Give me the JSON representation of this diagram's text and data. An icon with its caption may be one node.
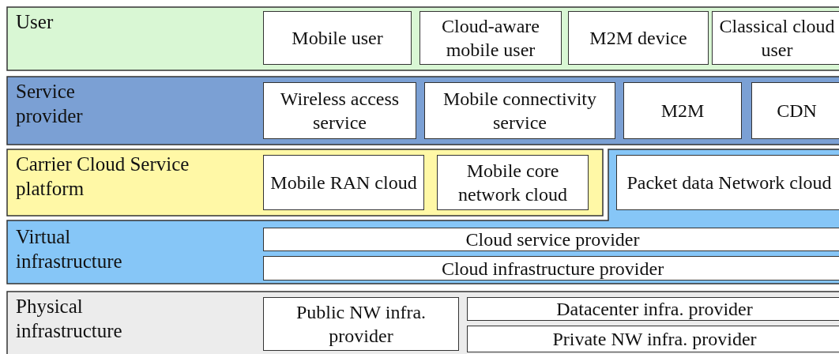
{
  "diagram": {
    "nodes": [
      {
        "text": [
          "User"
        ]
      },
      {
        "text": [
          "Mobile user"
        ],
        "in": 0
      },
      {
        "text": [
          "Cloud-aware mobile user"
        ],
        "in": 0
      },
      {
        "text": [
          "M2M device"
        ],
        "in": 0
      },
      {
        "text": [
          "Classical cloud user"
        ],
        "in": 0
      },
      {
        "text": [
          "Service provider"
        ]
      },
      {
        "text": [
          "Wireless access service"
        ],
        "in": 5
      },
      {
        "text": [
          "Mobile connectivity service"
        ],
        "in": 5
      },
      {
        "text": [
          "M2M"
        ],
        "in": 5
      },
      {
        "text": [
          "CDN"
        ],
        "in": 5
      },
      {
        "text": [
          "Carrier Cloud Service platform"
        ]
      },
      {
        "text": [
          "Mobile RAN cloud"
        ],
        "in": 10
      },
      {
        "text": [
          "Mobile core network cloud"
        ],
        "in": 10
      },
      {
        "text": [
          "Virtual infrastructure"
        ]
      },
      {
        "text": [
          "Packet data Network cloud"
        ],
        "in": 13
      },
      {
        "text": [
          "Cloud service provider"
        ],
        "in": 13
      },
      {
        "text": [
          "Cloud infrastructure provider"
        ],
        "in": 13
      },
      {
        "text": [
          "Physical infrastructure"
        ]
      },
      {
        "text": [
          "Public NW infra. provider"
        ],
        "in": 17
      },
      {
        "text": [
          "Datacenter infra. provider"
        ],
        "in": 17
      },
      {
        "text": [
          "Private NW infra. provider"
        ],
        "in": 17
      }
    ]
  }
}
